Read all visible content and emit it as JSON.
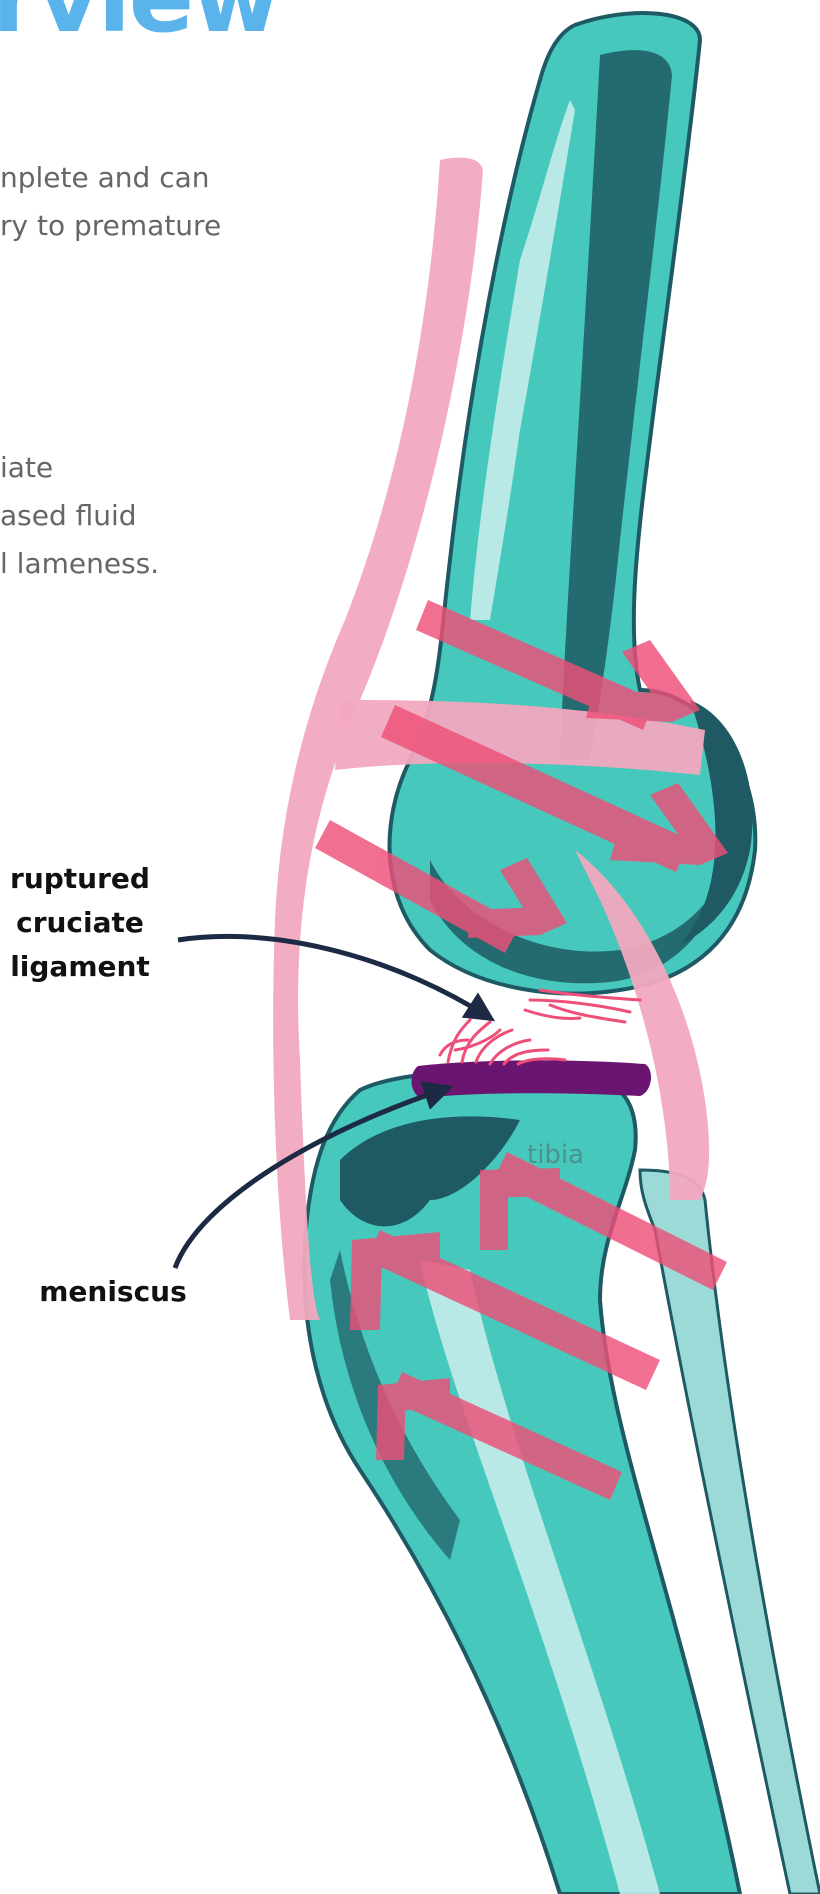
{
  "heading": {
    "text": "rview",
    "color": "#5ab3ea"
  },
  "paragraphs": [
    {
      "lines": [
        "nplete and can",
        "ry to premature"
      ]
    },
    {
      "lines": [
        "iate",
        "ased fluid",
        "l lameness."
      ]
    }
  ],
  "labels": {
    "cruciate": {
      "lines": [
        "ruptured",
        "cruciate",
        "ligament"
      ]
    },
    "meniscus": {
      "lines": [
        "meniscus"
      ]
    },
    "tibia": "tibia"
  },
  "colors": {
    "bone_light": "#c4ecea",
    "bone_mid": "#47c8bc",
    "bone_dark": "#1f5a64",
    "ligament": "#f2a9c0",
    "arrow": "#ee4f78",
    "meniscus": "#6a1670",
    "text": "#111111",
    "body_text": "#666666",
    "pointer": "#1d2a44"
  },
  "icons": [
    "knee-joint-illustration",
    "force-arrow-icon",
    "pointer-arrow-icon"
  ]
}
